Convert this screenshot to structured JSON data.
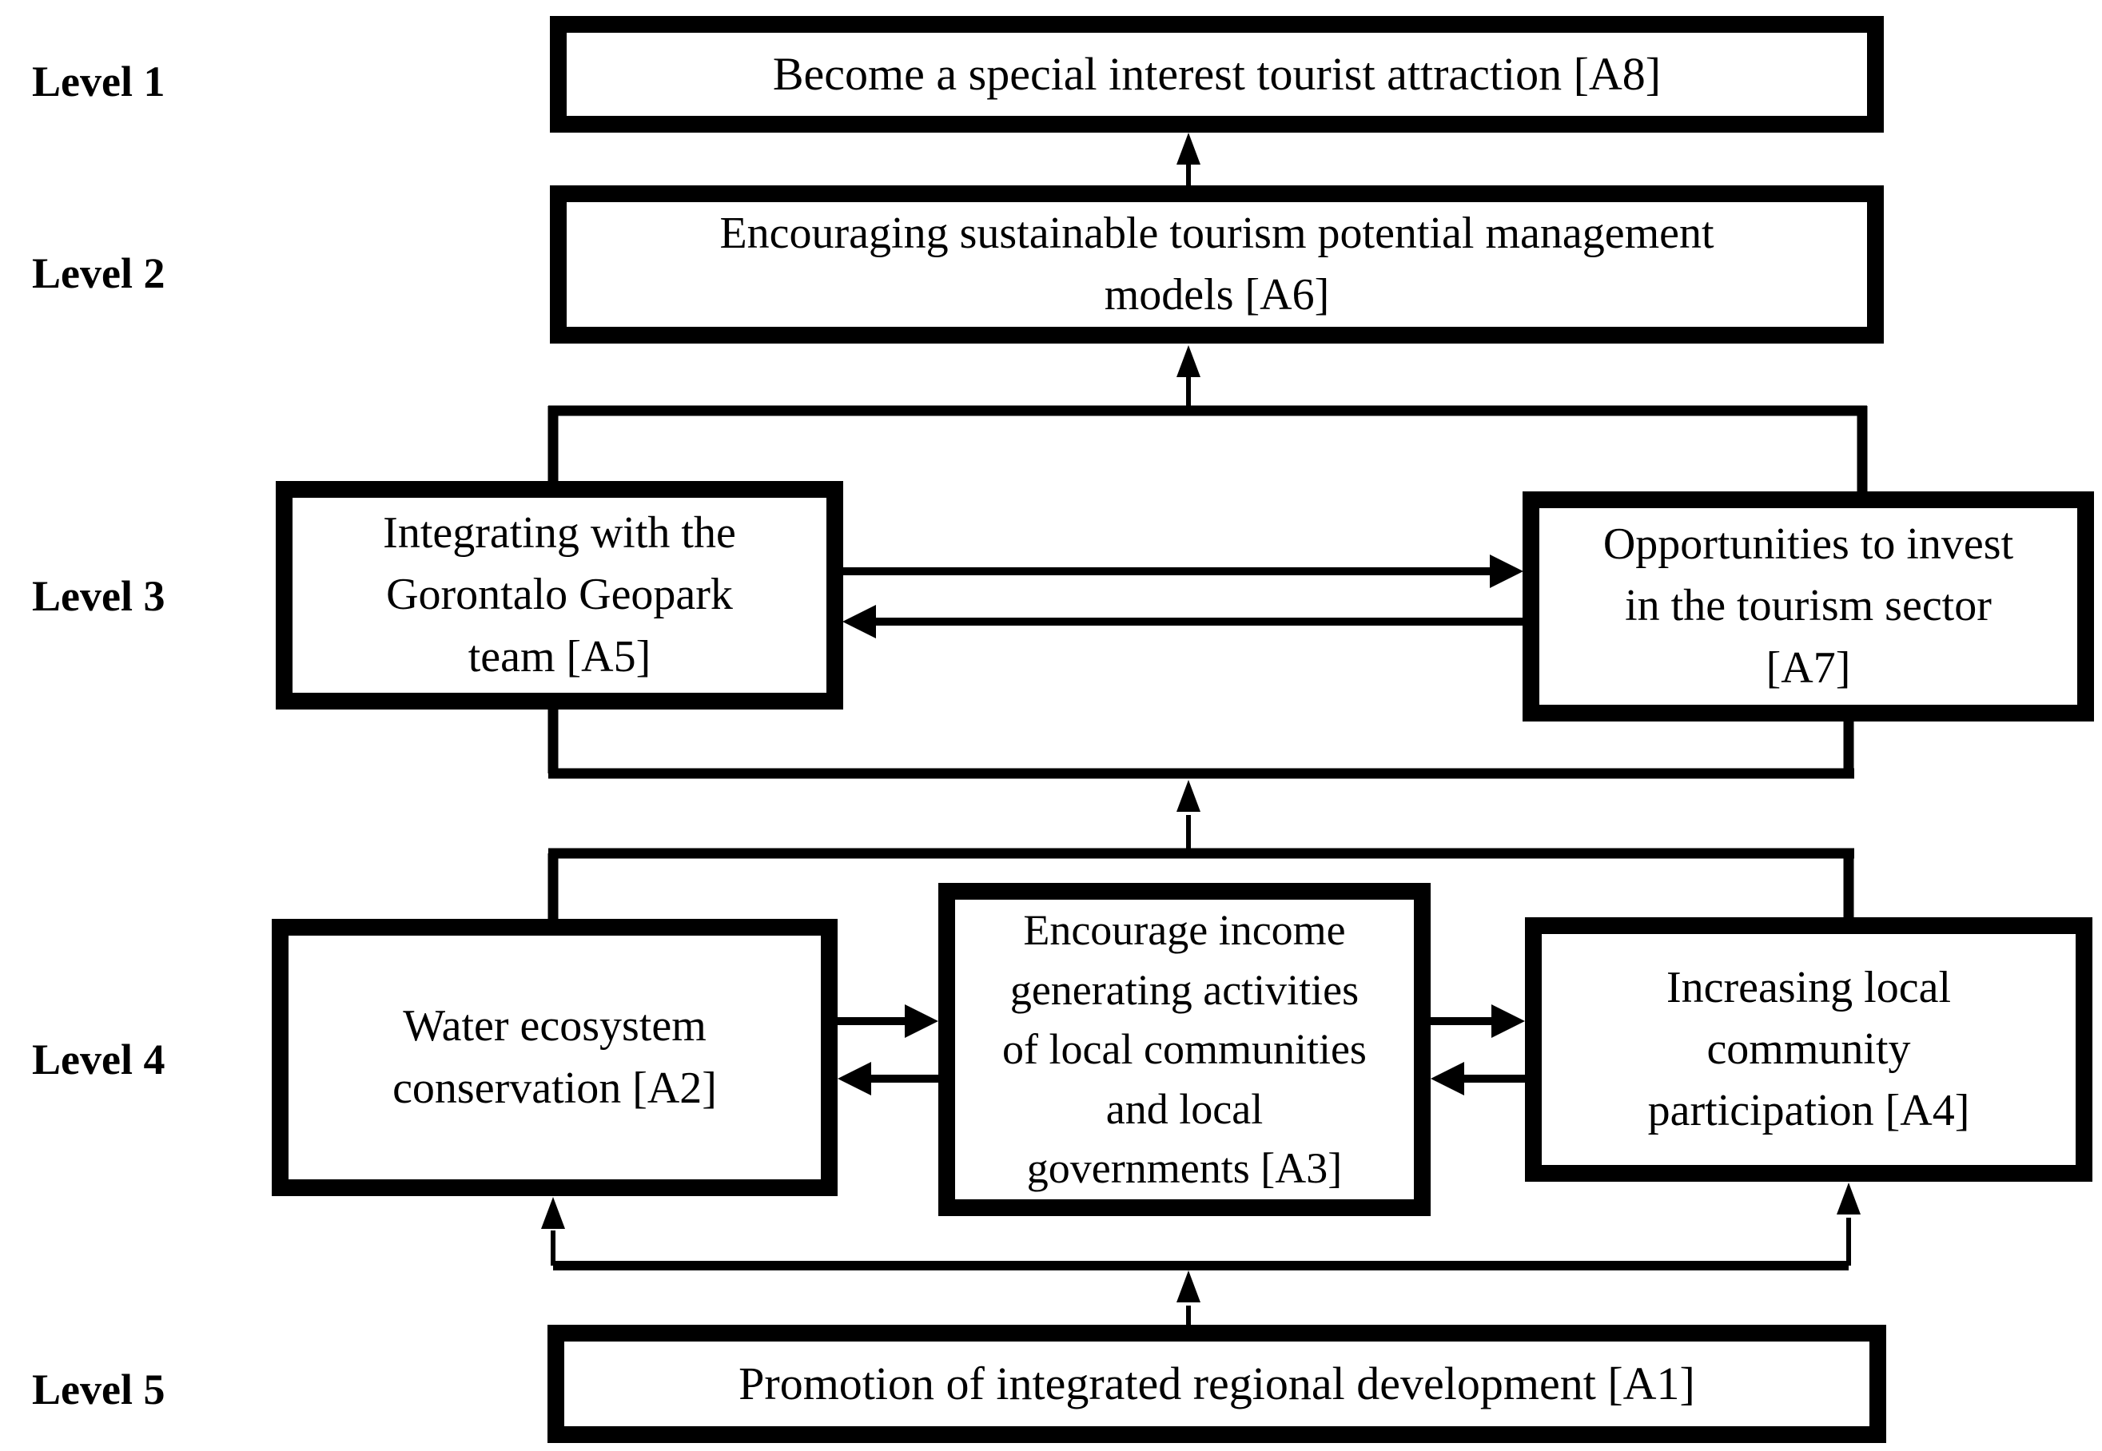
{
  "page": {
    "background_color": "#ffffff",
    "line_color": "#000000",
    "text_color": "#000000",
    "description": "Five-level ISM hierarchy diagram of tourism development attributes"
  },
  "levels": [
    {
      "label": "Level 1"
    },
    {
      "label": "Level 2"
    },
    {
      "label": "Level 3"
    },
    {
      "label": "Level 4"
    },
    {
      "label": "Level 5"
    }
  ],
  "nodes": {
    "a8": {
      "id": "A8",
      "level": 1,
      "label": "Become a special interest tourist attraction [A8]"
    },
    "a6": {
      "id": "A6",
      "level": 2,
      "label": "Encouraging sustainable tourism potential management\nmodels [A6]"
    },
    "a5": {
      "id": "A5",
      "level": 3,
      "label": "Integrating with the\nGorontalo Geopark\nteam [A5]"
    },
    "a7": {
      "id": "A7",
      "level": 3,
      "label": "Opportunities to invest\nin the tourism sector\n[A7]"
    },
    "a2": {
      "id": "A2",
      "level": 4,
      "label": "Water ecosystem\nconservation [A2]"
    },
    "a3": {
      "id": "A3",
      "level": 4,
      "label": "Encourage income\ngenerating activities\nof local communities\nand local\ngovernments [A3]"
    },
    "a4": {
      "id": "A4",
      "level": 4,
      "label": "Increasing local\ncommunity\nparticipation [A4]"
    },
    "a1": {
      "id": "A1",
      "level": 5,
      "label": "Promotion of integrated regional development [A1]"
    }
  },
  "edges": [
    {
      "from": "A6",
      "to": "A8"
    },
    {
      "from": "A5 & A7",
      "to": "A6",
      "via": "level bus"
    },
    {
      "from": "A5",
      "to": "A7"
    },
    {
      "from": "A7",
      "to": "A5"
    },
    {
      "from": "A2 & A4",
      "to": "A5 & A7",
      "via": "level bus"
    },
    {
      "from": "A2",
      "to": "A3"
    },
    {
      "from": "A3",
      "to": "A2"
    },
    {
      "from": "A3",
      "to": "A4"
    },
    {
      "from": "A4",
      "to": "A3"
    },
    {
      "from": "A1",
      "to": "A2 & A4",
      "via": "bottom bus"
    }
  ]
}
